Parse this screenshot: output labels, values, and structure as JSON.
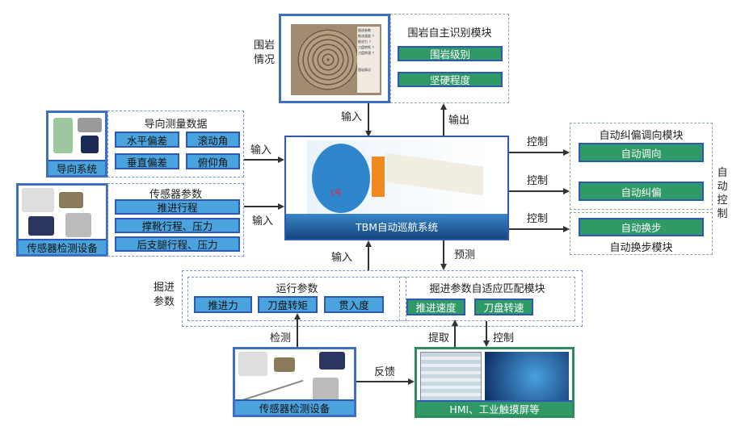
{
  "rock": {
    "side_label": "围岩情况",
    "module_title": "围岩自主识别模块",
    "items": [
      "围岩级别",
      "坚硬程度"
    ],
    "photo_panel_title": "掘进参数",
    "photo_panel_lines": [
      "推进速度 ↑",
      "推进力 ↑",
      "刀盘转矩 ↑",
      "刀盘转速 ↑"
    ],
    "photo_panel_footer": "围岩情况"
  },
  "guide": {
    "device_caption": "导向系统",
    "title": "导向测量数据",
    "items": [
      "水平偏差",
      "滚动角",
      "垂直偏差",
      "俯仰角"
    ]
  },
  "sensor_left": {
    "device_caption": "传感器检测设备",
    "title": "传感器参数",
    "items": [
      "推进行程",
      "撑靴行程、压力",
      "后支腿行程、压力"
    ]
  },
  "center": {
    "title": "TBM自动巡航系统",
    "badge": "1号"
  },
  "right": {
    "module1_title": "自动纠偏调向模块",
    "module1_items": [
      "自动调向",
      "自动纠偏"
    ],
    "module2_item": "自动换步",
    "module2_title": "自动换步模块",
    "side_label": "自动控制"
  },
  "bottom": {
    "side_label": "掘进参数",
    "run_title": "运行参数",
    "run_items": [
      "推进力",
      "刀盘转矩",
      "贯入度"
    ],
    "match_title": "掘进参数自适应匹配模块",
    "match_items": [
      "推进速度",
      "刀盘转速"
    ],
    "sensor_caption": "传感器检测设备",
    "hmi_caption": "HMI、工业触摸屏等"
  },
  "arrows": {
    "input": "输入",
    "output": "输出",
    "control": "控制",
    "predict": "预测",
    "detect": "检测",
    "extract": "提取",
    "feedback": "反馈"
  },
  "colors": {
    "blue_box": "#4aa3dc",
    "green_box": "#2f9a66",
    "border_blue": "#2d58b4",
    "banner": "#1f5d9c"
  }
}
